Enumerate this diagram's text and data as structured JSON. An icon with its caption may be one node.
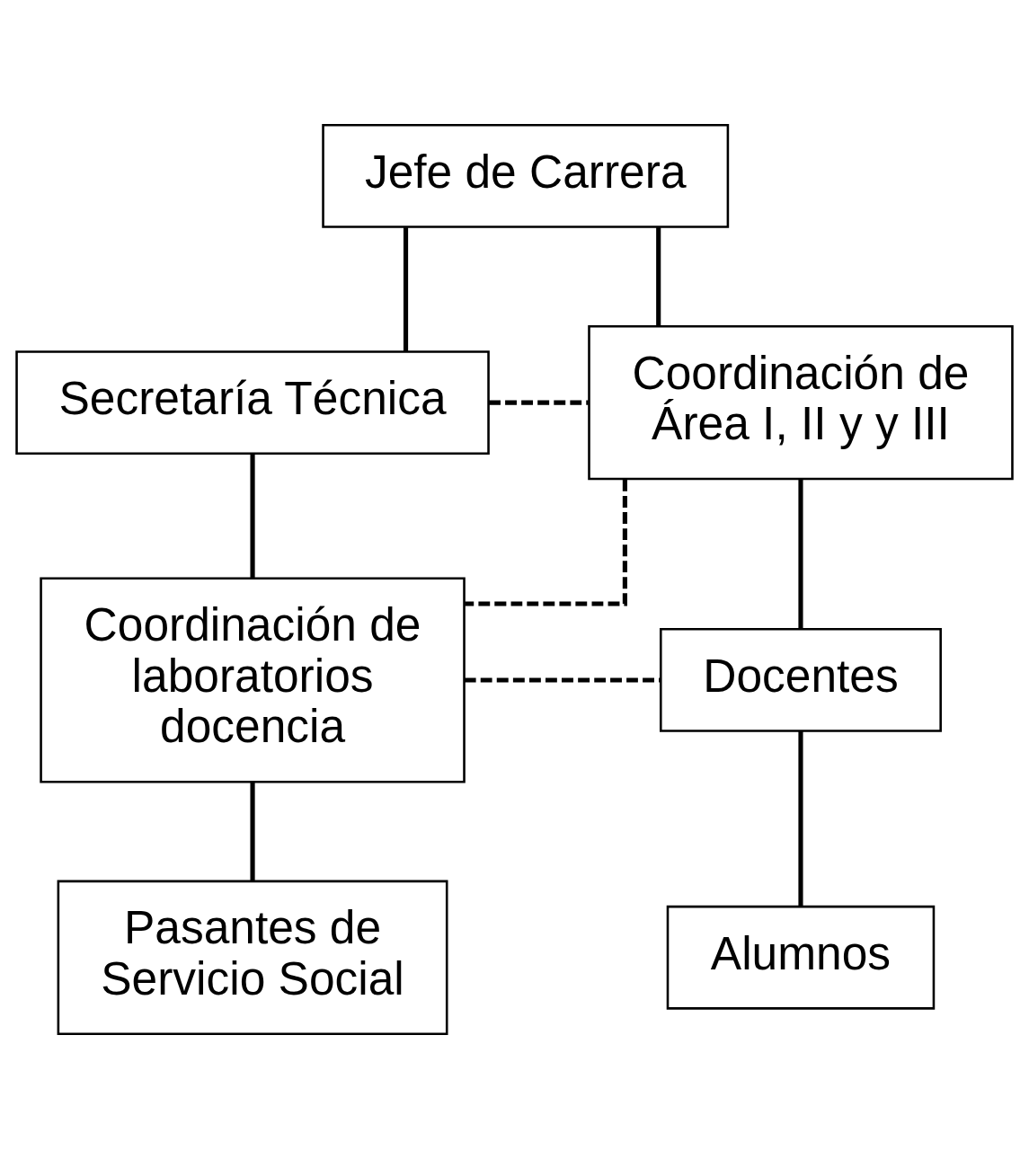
{
  "diagram": {
    "nodes": [
      {
        "text": [
          "Jefe de Carrera"
        ]
      },
      {
        "text": [
          "Secretaría Técnica"
        ]
      },
      {
        "text": [
          "Coordinación de Área I, II y y III"
        ]
      },
      {
        "text": [
          "Coordinación de laboratorios docencia"
        ]
      },
      {
        "text": [
          "Docentes"
        ]
      },
      {
        "text": [
          "Pasantes de Servicio Social"
        ]
      },
      {
        "text": [
          "Alumnos"
        ]
      }
    ],
    "edges": [
      {
        "from": 0,
        "to": 2,
        "arrow": "none"
      },
      {
        "from": 0,
        "to": 1,
        "arrow": "none"
      },
      {
        "from": 1,
        "to": 2,
        "arrow": "none",
        "style": "dashed"
      },
      {
        "from": 1,
        "to": 3,
        "arrow": "none"
      },
      {
        "from": 2,
        "to": 3,
        "arrow": "none",
        "style": "dashed"
      },
      {
        "from": 2,
        "to": 4,
        "arrow": "none"
      },
      {
        "from": 3,
        "to": 4,
        "arrow": "none",
        "style": "dashed"
      },
      {
        "from": 3,
        "to": 5,
        "arrow": "none"
      },
      {
        "from": 4,
        "to": 6,
        "arrow": "none"
      }
    ]
  }
}
